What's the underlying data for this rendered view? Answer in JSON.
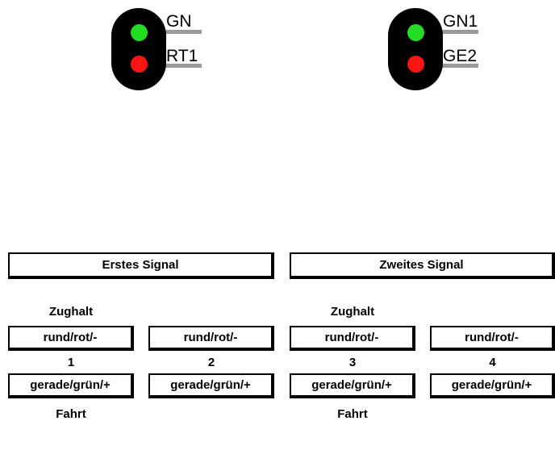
{
  "signals": [
    {
      "lamps": [
        {
          "label": "GN",
          "color": "#22dd22"
        },
        {
          "label": "RT1",
          "color": "#ff1414"
        }
      ]
    },
    {
      "lamps": [
        {
          "label": "GN1",
          "color": "#22dd22"
        },
        {
          "label": "GE2",
          "color": "#ff1414"
        }
      ]
    }
  ],
  "sections": [
    {
      "title": "Erstes Signal",
      "top_caption": "Zughalt",
      "bottom_caption": "Fahrt"
    },
    {
      "title": "Zweites Signal",
      "top_caption": "Zughalt",
      "bottom_caption": "Fahrt"
    }
  ],
  "outputs": [
    {
      "number": "1",
      "top": "rund/rot/-",
      "bottom": "gerade/grün/+"
    },
    {
      "number": "2",
      "top": "rund/rot/-",
      "bottom": "gerade/grün/+"
    },
    {
      "number": "3",
      "top": "rund/rot/-",
      "bottom": "gerade/grün/+"
    },
    {
      "number": "4",
      "top": "rund/rot/-",
      "bottom": "gerade/grün/+"
    }
  ]
}
